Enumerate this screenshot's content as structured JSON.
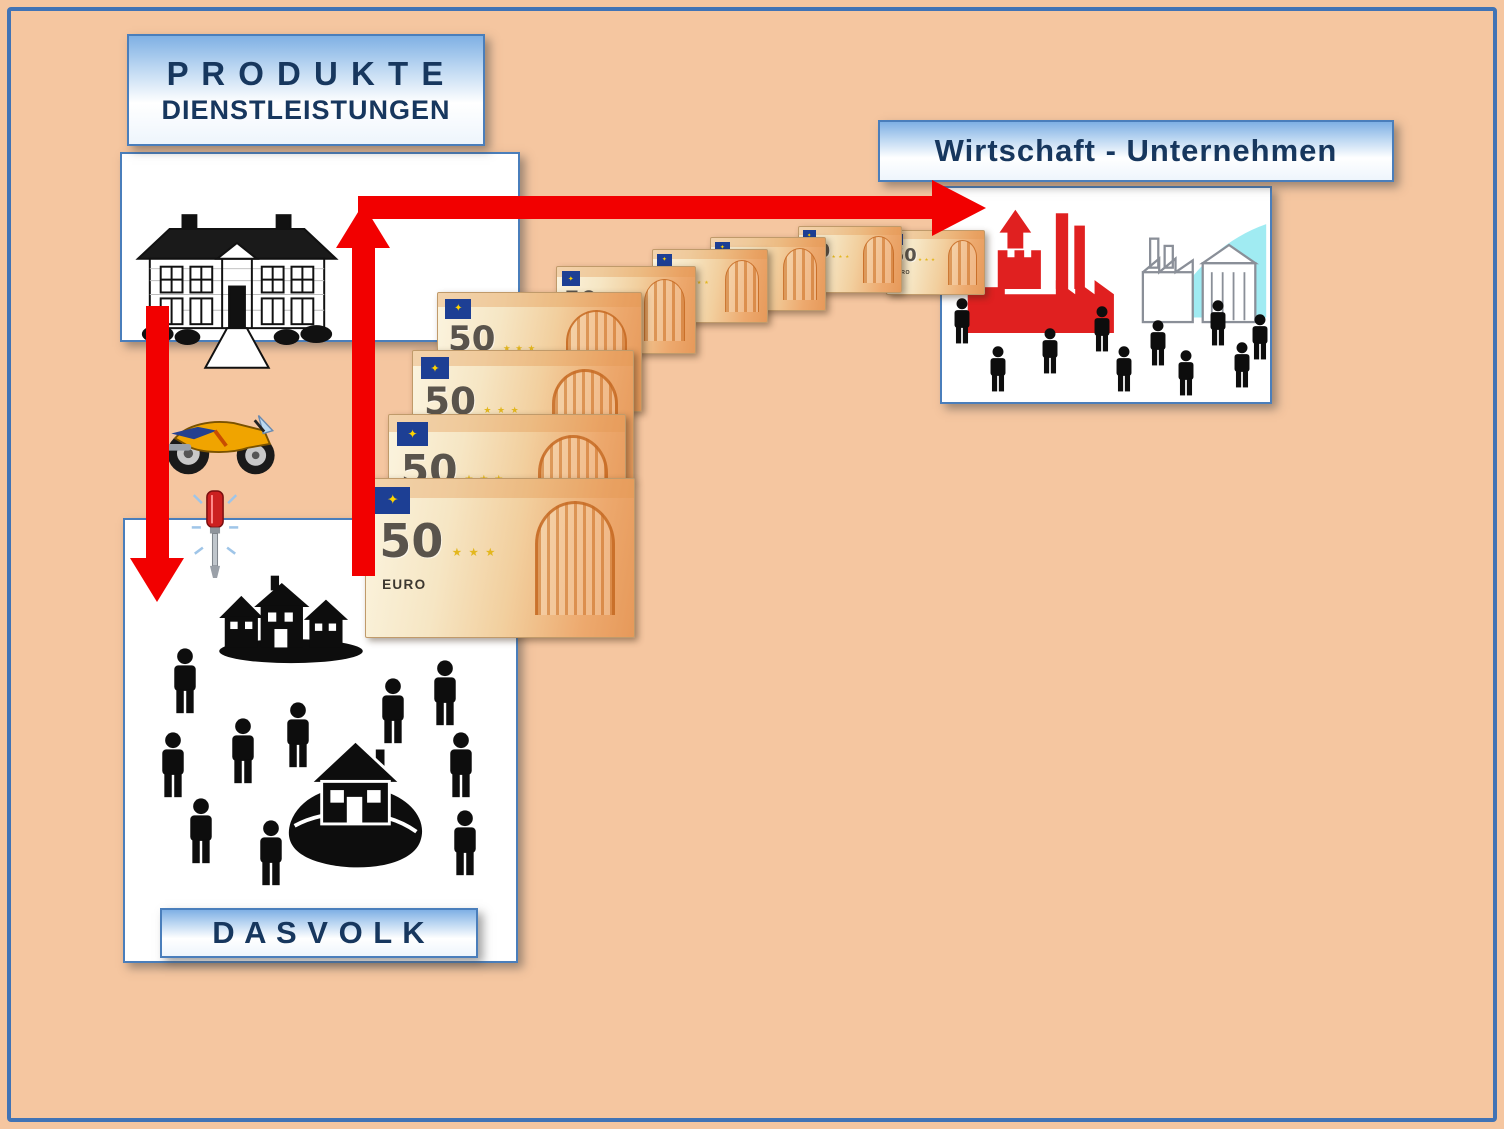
{
  "canvas": {
    "background": "#F5C6A0",
    "frame_color": "#4173B5"
  },
  "labels": {
    "produkte_line1": "P R O D U K T E",
    "produkte_line2": "DIENSTLEISTUNGEN",
    "wirtschaft": "Wirtschaft - Unternehmen",
    "das_volk": "D A S   V O L K"
  },
  "banknote": {
    "value": "50",
    "currency": "EURO",
    "stars": "★ ★ ★"
  },
  "colors": {
    "arrow_red": "#F20000",
    "box_border": "#4A7EBB",
    "label_text": "#17375E",
    "factory_red": "#E02020",
    "factory_teal": "#8FE8F0",
    "note_orange": "#EDA96E"
  },
  "icons": {
    "house": "house-icon",
    "motorcycle": "motorcycle-icon",
    "screwdriver": "screwdriver-icon",
    "village": "village-houses-icon",
    "house_swoosh": "house-swoosh-icon",
    "person": "person-icon",
    "red_factory": "red-factory-icon",
    "teal_factory": "teal-factory-icon",
    "banknote": "euro-banknote-icon",
    "eu_flag": "eu-flag-icon"
  }
}
